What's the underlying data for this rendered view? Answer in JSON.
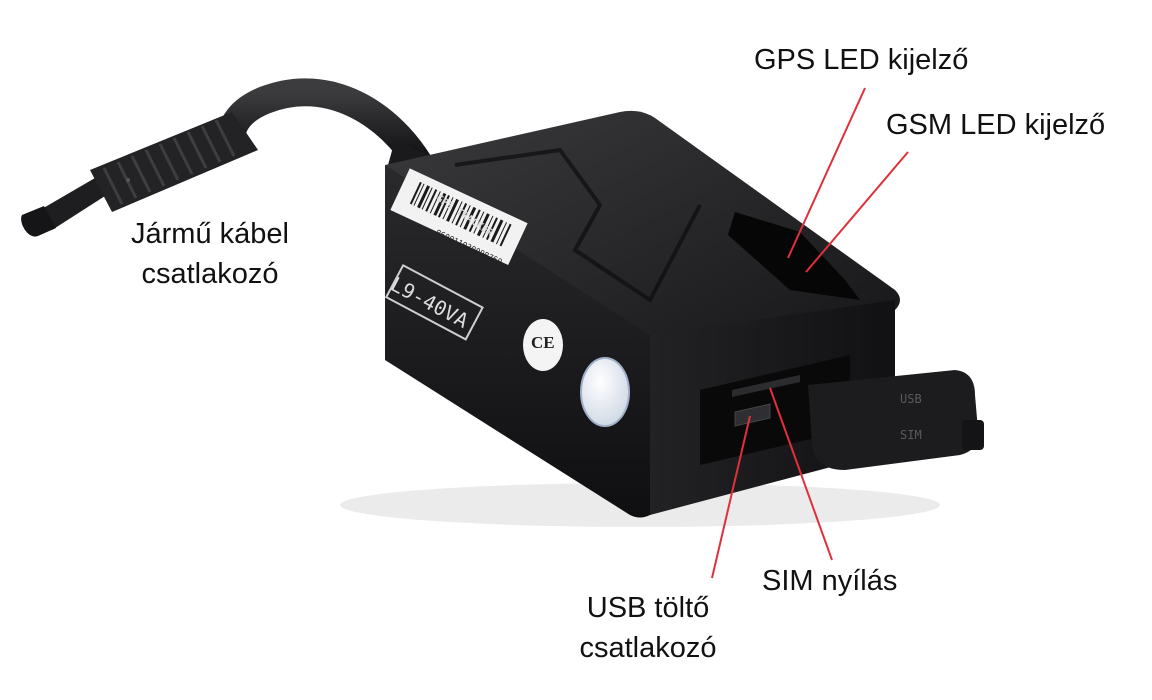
{
  "callouts": {
    "gps_led": "GPS LED kijelző",
    "gsm_led": "GSM LED kijelző",
    "vehicle_cable_line1": "Jármű kábel",
    "vehicle_cable_line2": "csatlakozó",
    "sim_slot": "SIM nyílás",
    "usb_line1": "USB töltő",
    "usb_line2": "csatlakozó"
  },
  "device": {
    "brand_logo_text": "GPS TRACKER",
    "model_sticker": "L9-40VA",
    "serial_number": "860011030098760",
    "ce_mark": "CE",
    "cover_usb_label": "USB",
    "cover_sim_label": "SIM"
  },
  "colors": {
    "leader_line": "#e0303a",
    "device_body": "#1b1b1d",
    "label_text": "#111111"
  }
}
